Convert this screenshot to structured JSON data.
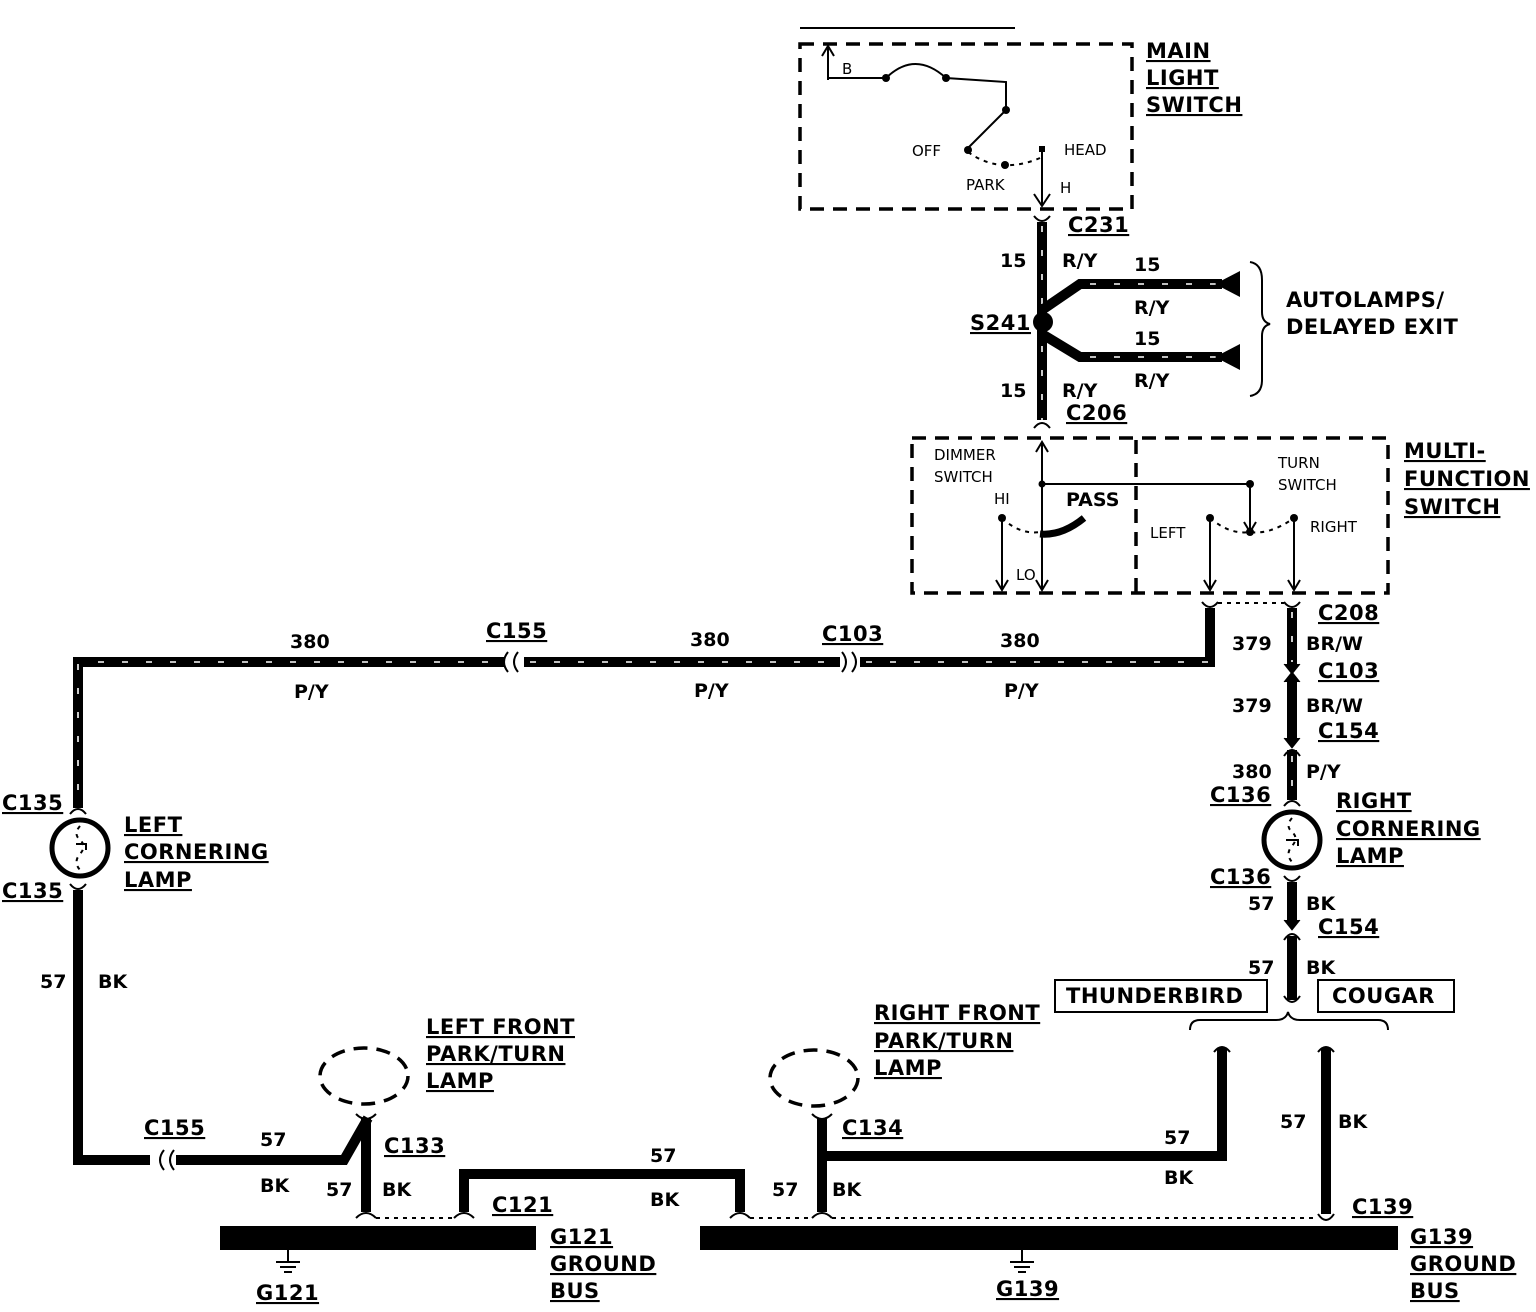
{
  "components": {
    "main_light_switch": [
      "MAIN",
      "LIGHT",
      "SWITCH"
    ],
    "main_switch_terminals": {
      "b": "B",
      "off": "OFF",
      "head": "HEAD",
      "park": "PARK",
      "h": "H"
    },
    "autolamps": [
      "AUTOLAMPS/",
      "DELAYED EXIT"
    ],
    "multi_function_switch": [
      "MULTI-",
      "FUNCTION",
      "SWITCH"
    ],
    "dimmer_switch": [
      "DIMMER",
      "SWITCH"
    ],
    "dimmer_terminals": {
      "hi": "HI",
      "lo": "LO",
      "pass": "PASS"
    },
    "turn_switch": [
      "TURN",
      "SWITCH"
    ],
    "turn_terminals": {
      "left": "LEFT",
      "right": "RIGHT"
    },
    "left_cornering_lamp": [
      "LEFT",
      "CORNERING",
      "LAMP"
    ],
    "right_cornering_lamp": [
      "RIGHT",
      "CORNERING",
      "LAMP"
    ],
    "left_front_lamp": [
      "LEFT FRONT",
      "PARK/TURN",
      "LAMP"
    ],
    "right_front_lamp": [
      "RIGHT FRONT",
      "PARK/TURN",
      "LAMP"
    ],
    "g121_bus": [
      "G121",
      "GROUND",
      "BUS"
    ],
    "g139_bus": [
      "G139",
      "GROUND",
      "BUS"
    ],
    "g121": "G121",
    "g139": "G139",
    "thunderbird": "THUNDERBIRD",
    "cougar": "COUGAR",
    "splice": "S241"
  },
  "connectors": {
    "c231": "C231",
    "c206": "C206",
    "c208": "C208",
    "c103": "C103",
    "c154": "C154",
    "c136": "C136",
    "c155": "C155",
    "c135": "C135",
    "c133": "C133",
    "c134": "C134",
    "c121": "C121",
    "c139": "C139"
  },
  "wires": {
    "circuit_15": "15",
    "color_ry": "R/Y",
    "circuit_380": "380",
    "color_py": "P/Y",
    "circuit_379": "379",
    "color_brw": "BR/W",
    "circuit_57": "57",
    "color_bk": "BK"
  }
}
